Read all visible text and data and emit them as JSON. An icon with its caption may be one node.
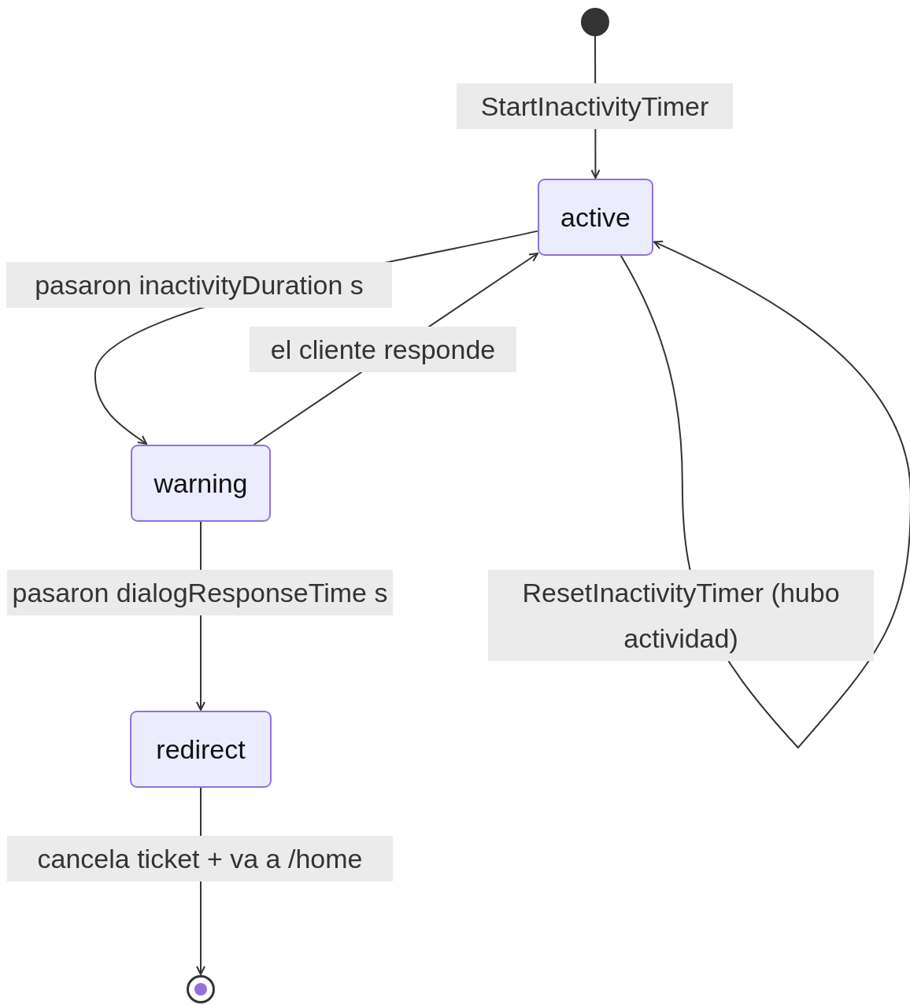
{
  "diagram": {
    "nodes": [
      {
        "text": [],
        "shape": "circle"
      },
      {
        "text": [
          "active"
        ]
      },
      {
        "text": [
          "warning"
        ]
      },
      {
        "text": [
          "redirect"
        ]
      },
      {
        "text": [],
        "shape": "circle"
      }
    ],
    "edges": [
      {
        "from": 0,
        "to": 1,
        "arrow": "to",
        "label": "StartInactivityTimer"
      },
      {
        "from": 1,
        "to": 2,
        "arrow": "to",
        "label": "pasaron inactivityDuration s"
      },
      {
        "from": 2,
        "to": 1,
        "arrow": "to",
        "label": "el cliente responde"
      },
      {
        "from": 2,
        "to": 3,
        "arrow": "to",
        "label": "pasaron dialogResponseTime s"
      },
      {
        "from": 3,
        "to": 4,
        "arrow": "to",
        "label": "cancela ticket + va a /home"
      },
      {
        "from": 1,
        "to": 1,
        "arrow": "to",
        "label": "ResetInactivityTimer (hubo actividad)"
      }
    ]
  }
}
